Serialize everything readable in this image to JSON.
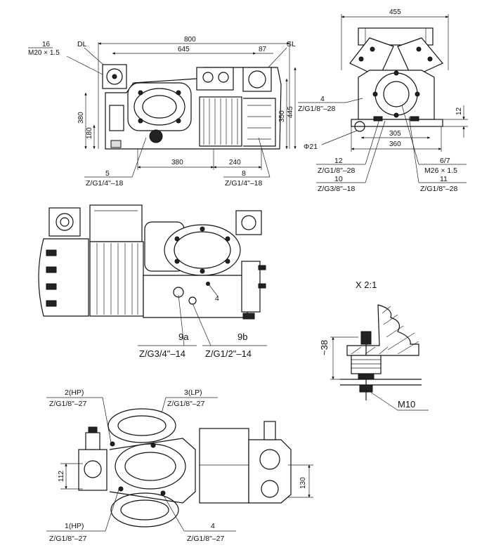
{
  "top_view": {
    "dim_800": "800",
    "dim_645": "645",
    "dim_16": "16",
    "dim_87": "87",
    "thread_m20": "M20 × 1.5",
    "label_dl": "DL",
    "label_sl": "SL",
    "dim_380_vertical": "380",
    "dim_180": "180",
    "dim_350": "350",
    "dim_445": "445",
    "dim_380_horizontal": "380",
    "dim_240": "240",
    "port_5_number": "5",
    "port_5_thread": "Z/G1/4\"–18",
    "port_8_number": "8",
    "port_8_thread": "Z/G1/4\"–18"
  },
  "end_view": {
    "dim_455": "455",
    "port_4_number": "4",
    "port_4_thread": "Z/G1/8\"–28",
    "dim_12": "12",
    "dia_21": "Φ21",
    "dim_305": "305",
    "dim_360": "360",
    "port_12_number": "12",
    "port_12_thread": "Z/G1/8\"–28",
    "port_10_number": "10",
    "port_10_thread": "Z/G3/8\"–18",
    "port_67_number": "6/7",
    "port_67_thread": "M26 × 1.5",
    "port_11_number": "11",
    "port_11_thread": "Z/G1/8\"–28"
  },
  "side_view": {
    "port_4": "4",
    "port_9a_number": "9a",
    "port_9a_thread": "Z/G3/4\"–14",
    "port_9b_number": "9b",
    "port_9b_thread": "Z/G1/2\"–14"
  },
  "detail_x": {
    "title": "X 2:1",
    "dim_38": "~38",
    "bolt": "M10"
  },
  "bottom_view": {
    "port_2_number": "2(HP)",
    "port_2_thread": "Z/G1/8\"–27",
    "port_3_number": "3(LP)",
    "port_3_thread": "Z/G1/8\"–27",
    "dim_112": "112",
    "dim_130": "130",
    "port_1_number": "1(HP)",
    "port_1_thread": "Z/G1/8\"–27",
    "port_4_number": "4",
    "port_4_thread": "Z/G1/8\"–27"
  }
}
